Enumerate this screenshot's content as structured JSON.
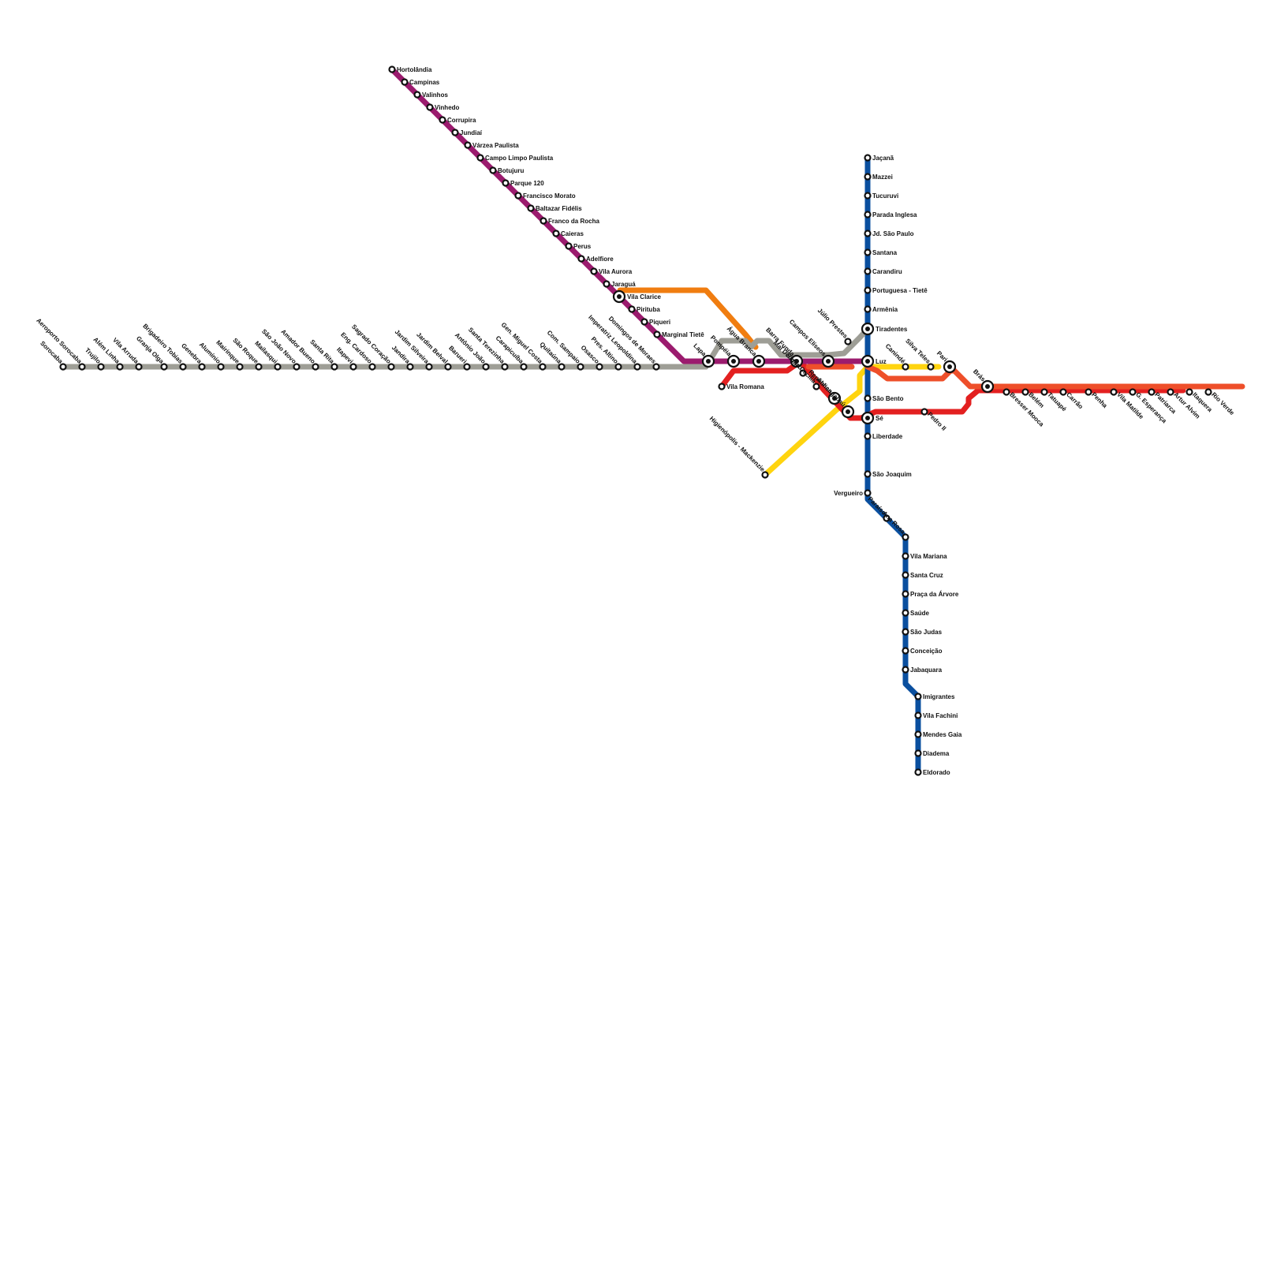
{
  "map": {
    "lines": [
      {
        "id": "gray-sorocaba",
        "color": "#9e9e96"
      },
      {
        "id": "purple-campinas",
        "color": "#9b1b6e"
      },
      {
        "id": "orange-jaragua",
        "color": "#f07d10"
      },
      {
        "id": "red-east",
        "color": "#e32020"
      },
      {
        "id": "orange-red-east",
        "color": "#ee4f2a"
      },
      {
        "id": "yellow-line",
        "color": "#ffd40f"
      },
      {
        "id": "blue-line",
        "color": "#0a4f9f"
      }
    ],
    "stations": {
      "Sorocaba": "Sorocaba",
      "Aeroporto Sorocaba": "Aeroporto Sorocaba",
      "Trujilo": "Trujilo",
      "Além Linha": "Além Linha",
      "Vila Arruda": "Vila Arruda",
      "Granja Olga": "Granja Olga",
      "Brigadeiro Tobias": "Brigadeiro Tobias",
      "Genebra": "Genebra",
      "Alumínio": "Alumínio",
      "Mairinque": "Mairinque",
      "São Roque": "São Roque",
      "Mailasqui": "Mailasqui",
      "São João Novo": "São João Novo",
      "Amador Bueno": "Amador Bueno",
      "Santa Rita": "Santa Rita",
      "Itapevi": "Itapevi",
      "Eng. Cardoso": "Eng. Cardoso",
      "Sagrado Coração": "Sagrado Coração",
      "Jandira": "Jandira",
      "Jardim Silveira": "Jardim Silveira",
      "Jardim Belval": "Jardim Belval",
      "Barueri": "Barueri",
      "Antônio João": "Antônio João",
      "Santa Terezinha": "Santa Terezinha",
      "Carapicuíba": "Carapicuíba",
      "Gen. Miguel Costa": "Gen. Miguel Costa",
      "Quitaúna": "Quitaúna",
      "Com. Sampaio": "Com. Sampaio",
      "Osasco": "Osasco",
      "Pres. Altino": "Pres. Altino",
      "Imperatriz Leopoldina": "Imperatriz Leopoldina",
      "Domingos de Moraes": "Domingos de Moraes",
      "Lapa": "Lapa",
      "Pompéia": "Pompéia",
      "Vila Romana": "Vila Romana",
      "Água Branca": "Água Branca",
      "Barra Funda": "Barra Funda",
      "Campos Elíseos": "Campos Elíseos",
      "Mal Deodoro": "Mal Deodoro",
      "Santa Cecília": "Santa Cecília",
      "Júlio Prestes": "Júlio Prestes",
      "República": "República",
      "Anhangabaú": "Anhangabaú",
      "Higienópolis - Mackenzie": "Higienópolis - Mackenzie",
      "Hortolândia": "Hortolândia",
      "Campinas": "Campinas",
      "Valinhos": "Valinhos",
      "Vinhedo": "Vinhedo",
      "Corrupira": "Corrupira",
      "Jundiaí": "Jundiaí",
      "Várzea Paulista": "Várzea Paulista",
      "Campo Limpo Paulista": "Campo Limpo Paulista",
      "Botujuru": "Botujuru",
      "Parque 120": "Parque 120",
      "Francisco Morato": "Francisco Morato",
      "Baltazar Fidélis": "Baltazar Fidélis",
      "Franco da Rocha": "Franco da Rocha",
      "Caieras": "Caieras",
      "Perus": "Perus",
      "Adelfiore": "Adelfiore",
      "Vila Aurora": "Vila Aurora",
      "Jaraguá": "Jaraguá",
      "Vila Clarice": "Vila Clarice",
      "Pirituba": "Pirituba",
      "Piqueri": "Piqueri",
      "Marginal Tietê": "Marginal Tietê",
      "Jaçanã": "Jaçanã",
      "Mazzei": "Mazzei",
      "Tucuruvi": "Tucuruvi",
      "Parada Inglesa": "Parada Inglesa",
      "Jd. São Paulo": "Jd. São Paulo",
      "Santana": "Santana",
      "Carandiru": "Carandiru",
      "Portuguesa - Tietê": "Portuguesa - Tietê",
      "Armênia": "Armênia",
      "Tiradentes": "Tiradentes",
      "Luz": "Luz",
      "São Bento": "São Bento",
      "Sé": "Sé",
      "Liberdade": "Liberdade",
      "São Joaquim": "São Joaquim",
      "Vergueiro": "Vergueiro",
      "Paraíso": "Paraíso",
      "Ana Rosa": "Ana Rosa",
      "Vila Mariana": "Vila Mariana",
      "Santa Cruz": "Santa Cruz",
      "Praça da Árvore": "Praça da Árvore",
      "Saúde": "Saúde",
      "São Judas": "São Judas",
      "Conceição": "Conceição",
      "Jabaquara": "Jabaquara",
      "Imigrantes": "Imigrantes",
      "Vila Fachini": "Vila Fachini",
      "Mendes Gaia": "Mendes Gaia",
      "Diadema": "Diadema",
      "Eldorado": "Eldorado",
      "Canindé": "Canindé",
      "Silva Teles": "Silva Teles",
      "Pari": "Pari",
      "Pedro II": "Pedro II",
      "Brás": "Brás",
      "Bresser Mooca": "Bresser Mooca",
      "Belém": "Belém",
      "Tatuapé": "Tatuapé",
      "Carrão": "Carrão",
      "Penha": "Penha",
      "Vila Matilde": "Vila Matilde",
      "G. Esperança": "G. Esperança",
      "Patriarca": "Patriarca",
      "Artur Alvim": "Artur Alvim",
      "Itaquera": "Itaquera",
      "Rio Verde": "Rio Verde"
    }
  }
}
